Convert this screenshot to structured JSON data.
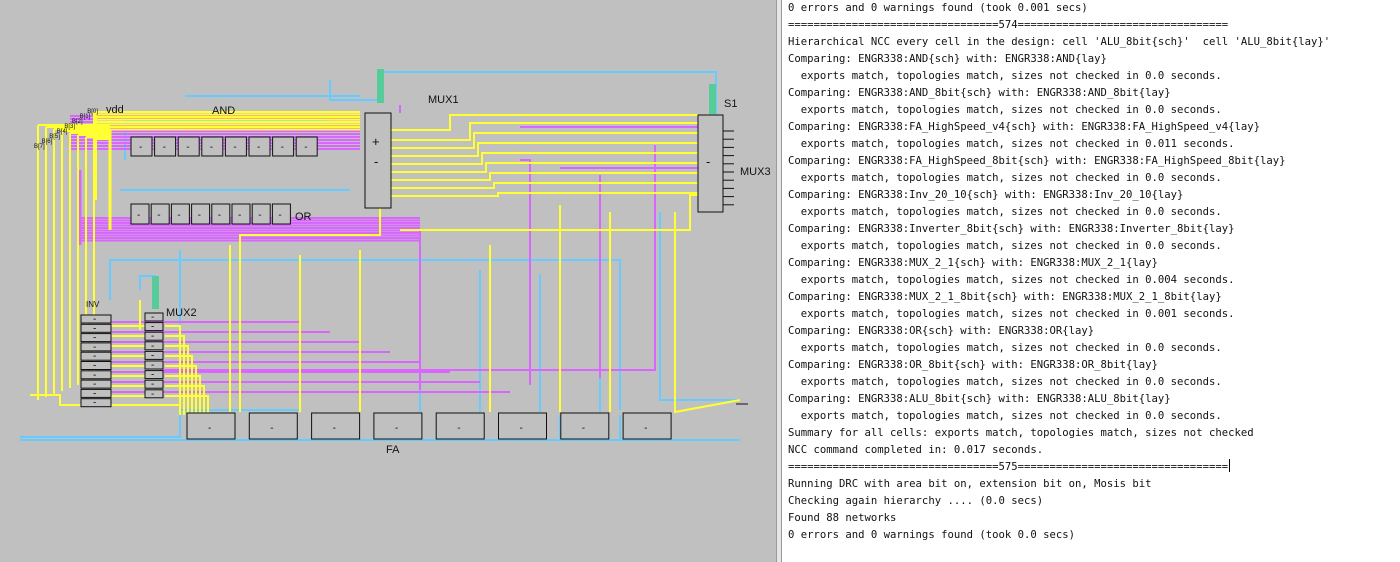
{
  "colors": {
    "canvas": "#c0c0c0",
    "yellow_wire": "#ffff33",
    "magenta_wire": "#d966ff",
    "blue_wire": "#66ccff",
    "green_pin": "#55cc99"
  },
  "schematic": {
    "labels": {
      "vdd": "vdd",
      "and": "AND",
      "or": "OR",
      "mux1": "MUX1",
      "mux2": "MUX2",
      "mux3": "MUX3",
      "s1": "S1",
      "fa": "FA",
      "inv": "INV"
    },
    "input_pins": [
      "B[7]",
      "B[6]",
      "B[5]",
      "B[4]",
      "B[3]",
      "B[2]",
      "B[1]",
      "B[0]"
    ],
    "cell_symbol": "-",
    "mux1_plus": "+",
    "mux1_minus": "-",
    "mux3_symbol": "-",
    "and_count": 8,
    "or_count": 8,
    "inv_count": 10,
    "mux2_count": 9,
    "fa_count": 8
  },
  "console": {
    "lines": [
      "0 errors and 0 warnings found (took 0.001 secs)",
      "=================================574=================================",
      "Hierarchical NCC every cell in the design: cell 'ALU_8bit{sch}'  cell 'ALU_8bit{lay}'",
      "Comparing: ENGR338:AND{sch} with: ENGR338:AND{lay}",
      "  exports match, topologies match, sizes not checked in 0.0 seconds.",
      "Comparing: ENGR338:AND_8bit{sch} with: ENGR338:AND_8bit{lay}",
      "  exports match, topologies match, sizes not checked in 0.0 seconds.",
      "Comparing: ENGR338:FA_HighSpeed_v4{sch} with: ENGR338:FA_HighSpeed_v4{lay}",
      "  exports match, topologies match, sizes not checked in 0.011 seconds.",
      "Comparing: ENGR338:FA_HighSpeed_8bit{sch} with: ENGR338:FA_HighSpeed_8bit{lay}",
      "  exports match, topologies match, sizes not checked in 0.0 seconds.",
      "Comparing: ENGR338:Inv_20_10{sch} with: ENGR338:Inv_20_10{lay}",
      "  exports match, topologies match, sizes not checked in 0.0 seconds.",
      "Comparing: ENGR338:Inverter_8bit{sch} with: ENGR338:Inverter_8bit{lay}",
      "  exports match, topologies match, sizes not checked in 0.0 seconds.",
      "Comparing: ENGR338:MUX_2_1{sch} with: ENGR338:MUX_2_1{lay}",
      "  exports match, topologies match, sizes not checked in 0.004 seconds.",
      "Comparing: ENGR338:MUX_2_1_8bit{sch} with: ENGR338:MUX_2_1_8bit{lay}",
      "  exports match, topologies match, sizes not checked in 0.001 seconds.",
      "Comparing: ENGR338:OR{sch} with: ENGR338:OR{lay}",
      "  exports match, topologies match, sizes not checked in 0.0 seconds.",
      "Comparing: ENGR338:OR_8bit{sch} with: ENGR338:OR_8bit{lay}",
      "  exports match, topologies match, sizes not checked in 0.0 seconds.",
      "Comparing: ENGR338:ALU_8bit{sch} with: ENGR338:ALU_8bit{lay}",
      "  exports match, topologies match, sizes not checked in 0.0 seconds.",
      "Summary for all cells: exports match, topologies match, sizes not checked",
      "NCC command completed in: 0.017 seconds.",
      "=================================575=================================",
      "Running DRC with area bit on, extension bit on, Mosis bit",
      "Checking again hierarchy .... (0.0 secs)",
      "Found 88 networks",
      "0 errors and 0 warnings found (took 0.0 secs)"
    ],
    "caret_line": 27
  }
}
